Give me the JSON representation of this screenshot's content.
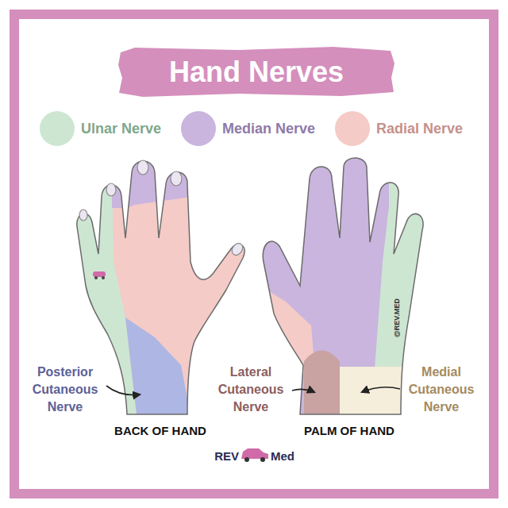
{
  "diagram": {
    "title": "Hand Nerves",
    "labels": [
      "Posterior Cutaneous Nerve",
      "Lateral Cutaneous Nerve",
      "Medial Cutaneous Nerve",
      "BACK OF HAND",
      "PALM OF HAND",
      "@REV.MED",
      "REV",
      "Med"
    ],
    "legend": [
      {
        "text": "Ulnar Nerve",
        "color": "#cde6d2"
      },
      {
        "text": "Median Nerve",
        "color": "#c9b5de"
      },
      {
        "text": "Radial Nerve",
        "color": "#f4cbc6"
      }
    ]
  }
}
